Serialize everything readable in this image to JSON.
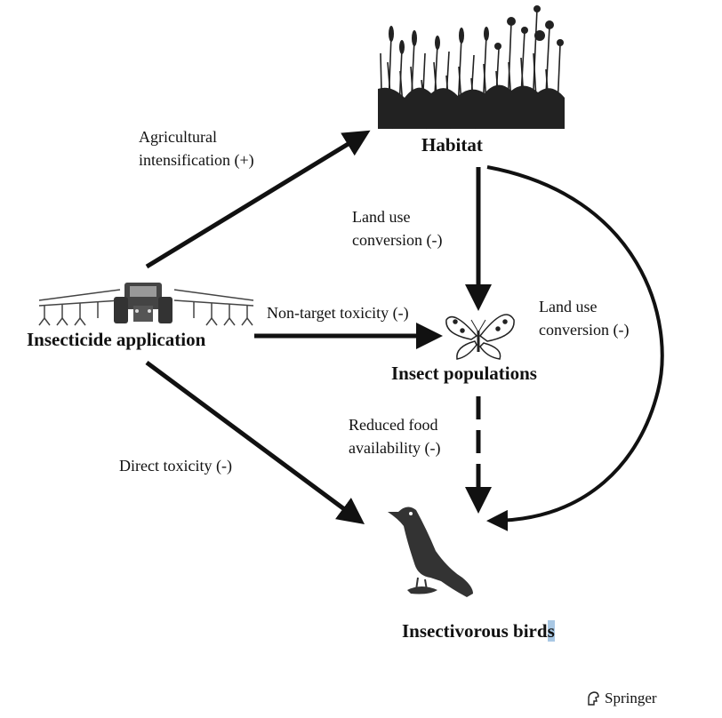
{
  "nodes": {
    "habitat": "Habitat",
    "insecticide": "Insecticide application",
    "insects": "Insect populations",
    "birds_main": "Insectivorous bird",
    "birds_last": "s"
  },
  "edges": {
    "agri_line1": "Agricultural",
    "agri_line2": "intensification (+)",
    "landuse1_line1": "Land use",
    "landuse1_line2": "conversion (-)",
    "nontarget": "Non-target toxicity (-)",
    "landuse2_line1": "Land use",
    "landuse2_line2": "conversion (-)",
    "food_line1": "Reduced food",
    "food_line2": "availability (-)",
    "direct": "Direct toxicity (-)"
  },
  "footer": {
    "publisher": "Springer"
  }
}
